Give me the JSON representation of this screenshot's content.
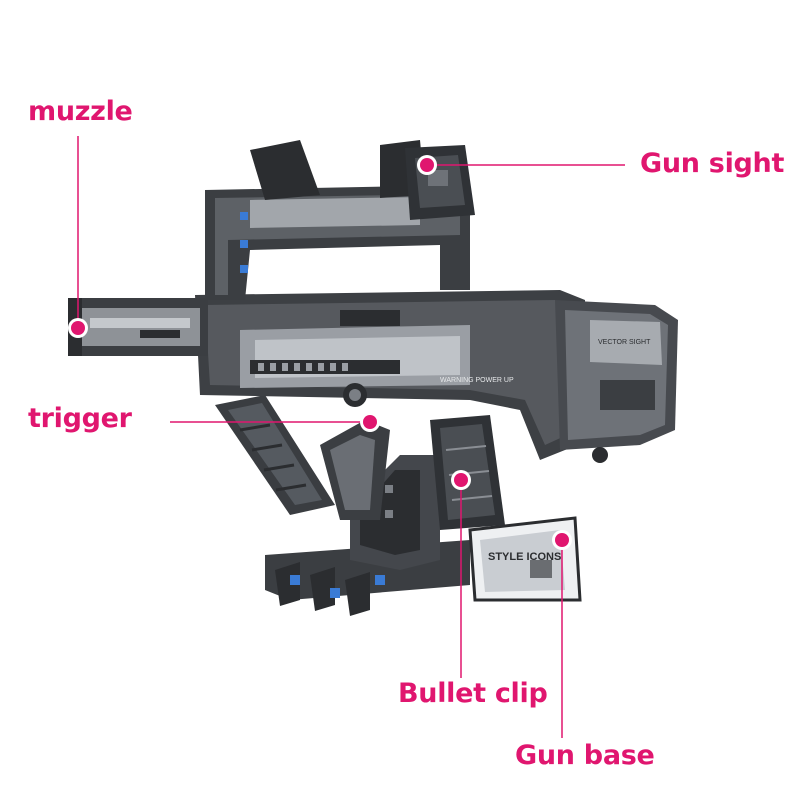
{
  "colors": {
    "accent": "#e0166f",
    "body_dark": "#2b2d30",
    "body_mid": "#55585d",
    "body_light": "#9a9ea4",
    "pin_blue": "#3a7bd5"
  },
  "callouts": [
    {
      "id": "muzzle",
      "label": "muzzle"
    },
    {
      "id": "sight",
      "label": "Gun sight"
    },
    {
      "id": "trigger",
      "label": "trigger"
    },
    {
      "id": "clip",
      "label": "Bullet clip"
    },
    {
      "id": "base",
      "label": "Gun base"
    }
  ],
  "model_print": {
    "side_text": "WARNING POWER UP",
    "stock_text": "VECTOR SIGHT",
    "base_text": "STYLE ICONS"
  }
}
